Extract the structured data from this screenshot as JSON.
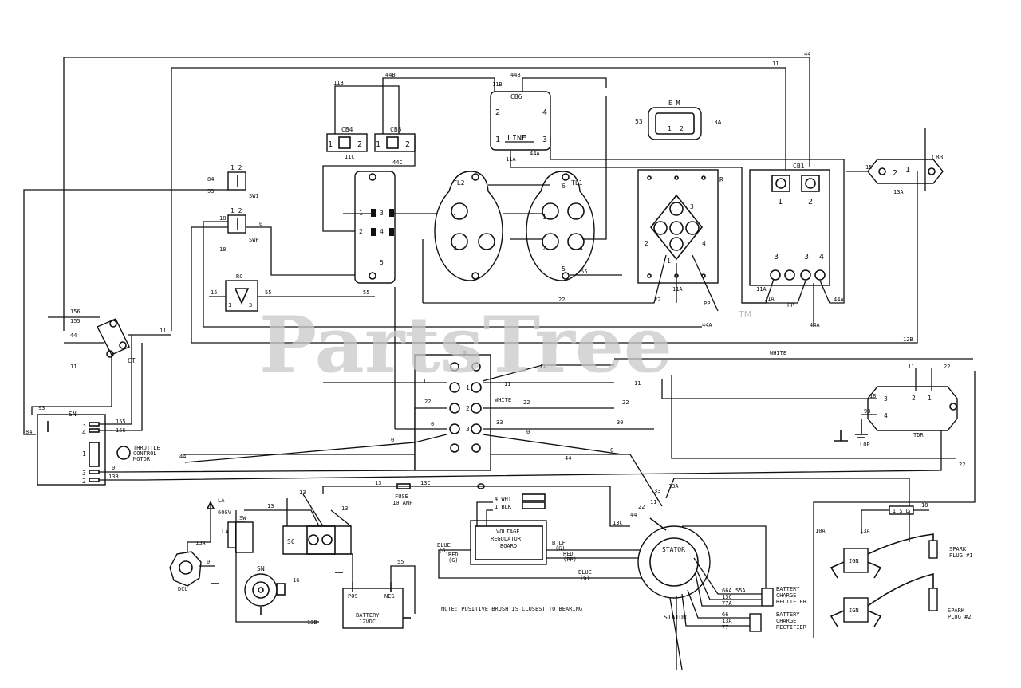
{
  "watermark": {
    "text": "PartsTree",
    "mark": "TM"
  },
  "components": {
    "cb4": "CB4",
    "cb5": "CB5",
    "cb6": "CB6",
    "cb3": "CB3",
    "cb1": "CB1",
    "line": "LINE",
    "em": "E M",
    "em_53": "53",
    "em_13a": "13A",
    "em_1": "1",
    "em_2": "2",
    "rec": "RC",
    "tl2": "TL2",
    "tl1": "TL1",
    "r": "R",
    "sw1": "SW1",
    "swp": "SWP",
    "ct": "CT",
    "sn_box": "SN",
    "throttle": [
      "THROTTLE",
      "CONTROL",
      "MOTOR"
    ],
    "tdr": "TDR",
    "lop": "LOP",
    "dcu": "DCU",
    "sw": "SW",
    "sc": "SC",
    "sn": "SN",
    "la": "LA",
    "600v": "600V",
    "fuse": [
      "FUSE",
      "10 AMP"
    ],
    "vr": [
      "VOLTAGE",
      "REGULATOR",
      "BOARD"
    ],
    "battery": [
      "BATTERY",
      "12VDC"
    ],
    "pos": "POS",
    "neg": "NEG",
    "stator": "STATOR",
    "stator_lbl": "STATOR",
    "charge1": [
      "BATTERY",
      "CHARGE",
      "RECTIFIER"
    ],
    "charge2": [
      "BATTERY",
      "CHARGE",
      "RECTIFIER"
    ],
    "spark1": [
      "SPARK",
      "PLUG #1"
    ],
    "spark2": [
      "SPARK",
      "PLUG #2"
    ],
    "ign1": "IGN",
    "ign2": "IGN",
    "isd": "I S D",
    "wht4": "4 WHT",
    "blk1": "1 BLK",
    "stator_r": "STATOR",
    "note": "NOTE: POSITIVE BRUSH IS CLOSEST TO BEARING"
  },
  "wire_labels": {
    "w11_top": "11",
    "w44_top": "44",
    "w11b": "11B",
    "w44b_a": "44B",
    "w44b_b": "44B",
    "w11b_c": "11B",
    "w11c": "11C",
    "w44c": "44C",
    "w11a": "11A",
    "w44a": "44A",
    "w22": "22",
    "w44": "44",
    "w0": "0",
    "w15": "15",
    "w55": "55",
    "w156": "156",
    "w155": "155",
    "w11": "11",
    "w93": "93",
    "w84": "84",
    "w18": "18",
    "w13": "13",
    "w13a": "13A",
    "w13c": "13C",
    "w13b": "13B",
    "w33": "33",
    "w30": "30",
    "w12b": "12B",
    "w10a": "10A",
    "w22_2": "22",
    "white": "WHITE",
    "white2": "WHITE",
    "w55a": "55A",
    "w66a": "66A",
    "w77a": "77A",
    "w13c_2": "13C",
    "w66": "66",
    "w77": "77",
    "w13a_2": "13A",
    "red_g": [
      "RED",
      "(G)"
    ],
    "red_pp": [
      "RED",
      "(PP)"
    ],
    "blue_g": [
      "BLUE",
      "(G)"
    ],
    "blue_pp": [
      "BLUE",
      "(G)"
    ],
    "b_lf": [
      "B LF",
      "(G)"
    ],
    "w11_mid": "11",
    "w44_mid": "44",
    "pp": "PP",
    "pp2": "PP"
  }
}
